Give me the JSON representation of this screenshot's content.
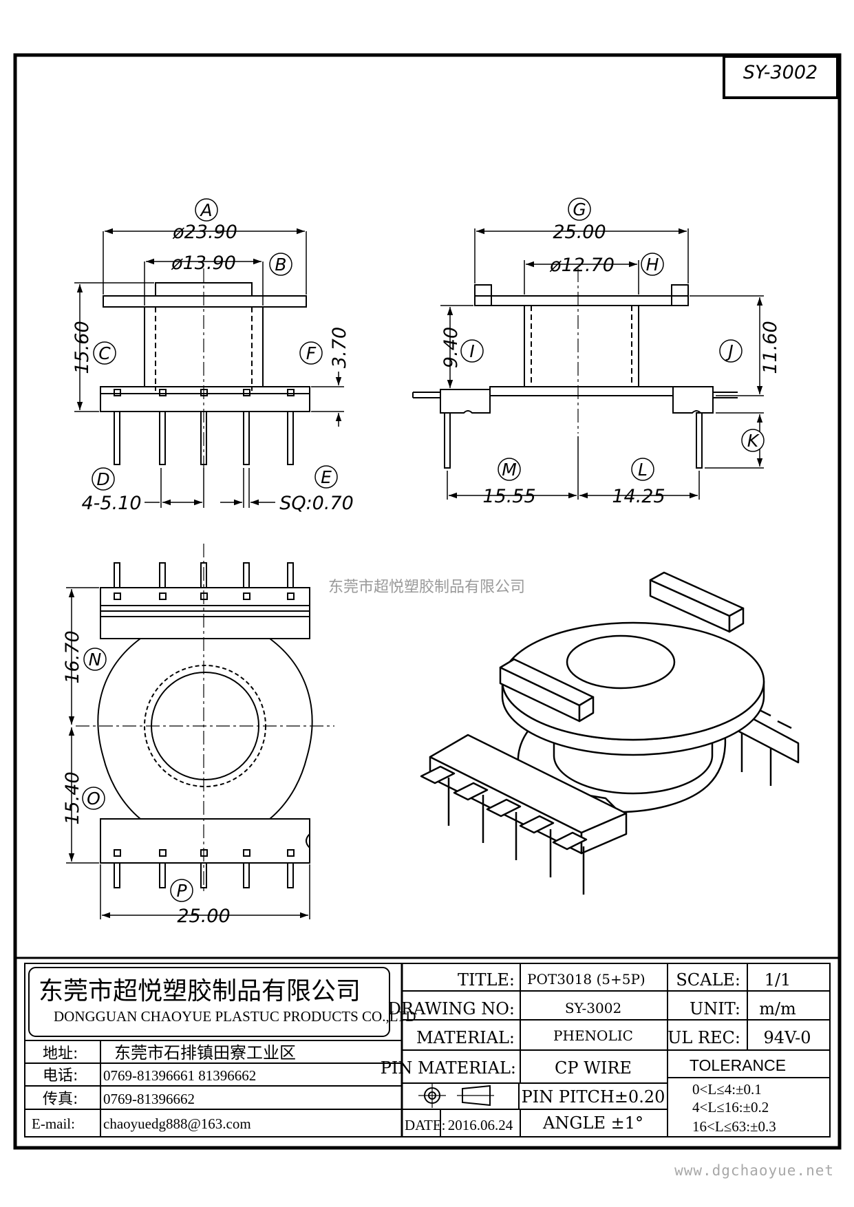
{
  "drawing_code": "SY-3002",
  "watermark": "东莞市超悦塑胶制品有限公司",
  "website": "www.dgchaoyue.net",
  "dimensions": {
    "A": {
      "label": "A",
      "value": "ø23.90"
    },
    "B": {
      "label": "B",
      "value": "ø13.90"
    },
    "C": {
      "label": "C",
      "value": "15.60"
    },
    "D": {
      "label": "D",
      "value": "4-5.10"
    },
    "E": {
      "label": "E",
      "value": "SQ:0.70"
    },
    "F": {
      "label": "F",
      "value": "3.70"
    },
    "G": {
      "label": "G",
      "value": "25.00"
    },
    "H": {
      "label": "H",
      "value": "ø12.70"
    },
    "I": {
      "label": "I",
      "value": "9.40"
    },
    "J": {
      "label": "J",
      "value": "11.60"
    },
    "K": {
      "label": "K",
      "value": ""
    },
    "L": {
      "label": "L",
      "value": "14.25"
    },
    "M": {
      "label": "M",
      "value": "15.55"
    },
    "N": {
      "label": "N",
      "value": "16.70"
    },
    "O": {
      "label": "O",
      "value": "15.40"
    },
    "P": {
      "label": "P",
      "value": "25.00"
    }
  },
  "title_block": {
    "company_cn": "东莞市超悦塑胶制品有限公司",
    "company_en": "DONGGUAN CHAOYUE PLASTUC PRODUCTS CO.,LTD",
    "address_label": "地址:",
    "address_value": "东莞市石排镇田寮工业区",
    "phone_label": "电话:",
    "phone_value": "0769-81396661  81396662",
    "fax_label": "传真:",
    "fax_value": "0769-81396662",
    "email_label": "E-mail:",
    "email_value": "chaoyuedg888@163.com",
    "title_label": "TITLE:",
    "title_value": "POT3018 (5+5P)",
    "drawing_no_label": "DRAWING NO:",
    "drawing_no_value": "SY-3002",
    "material_label": "MATERIAL:",
    "material_value": "PHENOLIC",
    "pin_material_label": "PIN MATERIAL:",
    "pin_material_value": "CP WIRE",
    "pin_pitch": "PIN PITCH±0.20",
    "date_label": "DATE:",
    "date_value": "2016.06.24",
    "angle": "ANGLE  ±1°",
    "scale_label": "SCALE:",
    "scale_value": "1/1",
    "unit_label": "UNIT:",
    "unit_value": "m/m",
    "ul_label": "UL REC:",
    "ul_value": "94V-0",
    "tolerance_label": "TOLERANCE",
    "tolerance_rows": [
      "0<L≤4:±0.1",
      "4<L≤16:±0.2",
      "16<L≤63:±0.3"
    ]
  }
}
